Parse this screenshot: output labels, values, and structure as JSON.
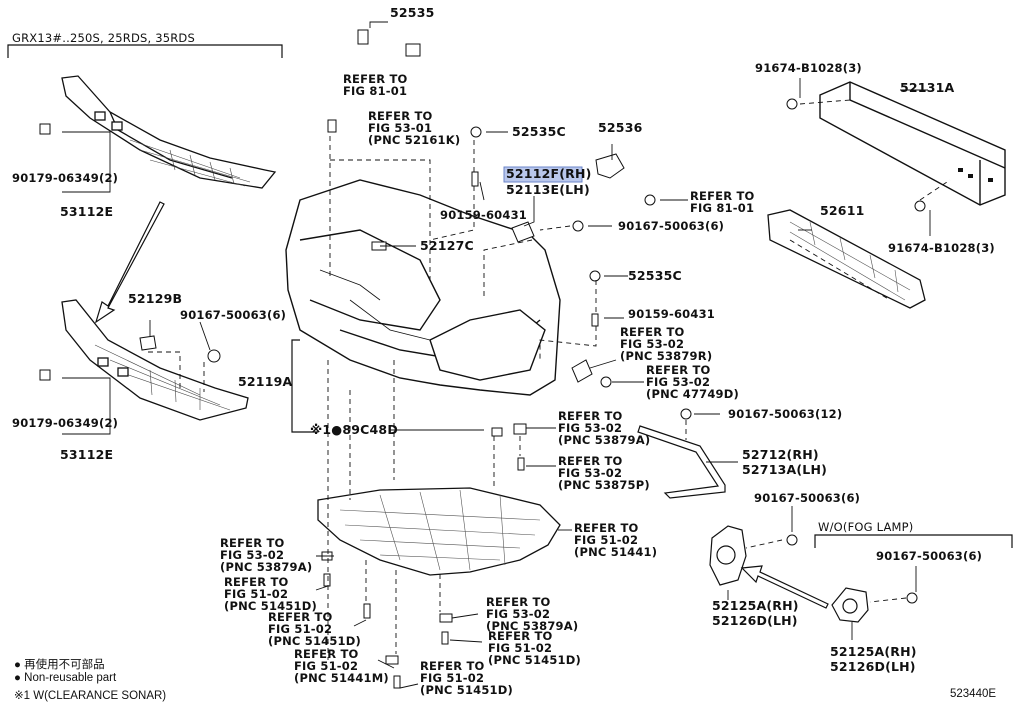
{
  "diagram_id": "523440E",
  "variant_left": "GRX13#..250S, 25RDS, 35RDS",
  "variant_right": "W/O(FOG LAMP)",
  "parts": {
    "p52535": "52535",
    "p52535C_1": "52535C",
    "p52535C_2": "52535C",
    "p52536": "52536",
    "p52112F": "52112F(RH)",
    "p52113E": "52113E(LH)",
    "p52127C": "52127C",
    "p52129B": "52129B",
    "p52119A": "52119A",
    "p89C48D": "89C48D",
    "p52131A": "52131A",
    "p52611": "52611",
    "p53112E_1": "53112E",
    "p53112E_2": "53112E",
    "p90179_1": "90179-06349(2)",
    "p90179_2": "90179-06349(2)",
    "p90159_1": "90159-60431",
    "p90159_2": "90159-60431",
    "p90167_6a": "90167-50063(6)",
    "p90167_6b": "90167-50063(6)",
    "p90167_6c": "90167-50063(6)",
    "p90167_6d": "90167-50063(6)",
    "p90167_12": "90167-50063(12)",
    "p91674_1": "91674-B1028(3)",
    "p91674_2": "91674-B1028(3)",
    "p52712": "52712(RH)",
    "p52713A": "52713A(LH)",
    "p52125A_1": "52125A(RH)",
    "p52126D_1": "52126D(LH)",
    "p52125A_2": "52125A(RH)",
    "p52126D_2": "52126D(LH)"
  },
  "refs": {
    "r1": [
      "REFER TO",
      "FIG 81-01"
    ],
    "r2": [
      "REFER TO",
      "FIG 53-01",
      "(PNC 52161K)"
    ],
    "r3": [
      "REFER TO",
      "FIG 81-01"
    ],
    "r4": [
      "REFER TO",
      "FIG 53-02",
      "(PNC 53879R)"
    ],
    "r5": [
      "REFER TO",
      "FIG 53-02",
      "(PNC 47749D)"
    ],
    "r6": [
      "REFER TO",
      "FIG 53-02",
      "(PNC 53879A)"
    ],
    "r7": [
      "REFER TO",
      "FIG 53-02",
      "(PNC 53875P)"
    ],
    "r8": [
      "REFER TO",
      "FIG 51-02",
      "(PNC 51441)"
    ],
    "r9": [
      "REFER TO",
      "FIG 53-02",
      "(PNC 53879A)"
    ],
    "r10": [
      "REFER TO",
      "FIG 51-02",
      "(PNC 51451D)"
    ],
    "r11": [
      "REFER TO",
      "FIG 51-02",
      "(PNC 51451D)"
    ],
    "r12": [
      "REFER TO",
      "FIG 51-02",
      "(PNC 51441M)"
    ],
    "r13": [
      "REFER TO",
      "FIG 53-02",
      "(PNC 53879A)"
    ],
    "r14": [
      "REFER TO",
      "FIG 51-02",
      "(PNC 51451D)"
    ],
    "r15": [
      "REFER TO",
      "FIG 51-02",
      "(PNC 51451D)"
    ]
  },
  "legend": {
    "line1": "● 再使用不可部品",
    "line2": "● Non-reusable part",
    "line3": "※1 W(CLEARANCE SONAR)",
    "mark": "※1●"
  }
}
